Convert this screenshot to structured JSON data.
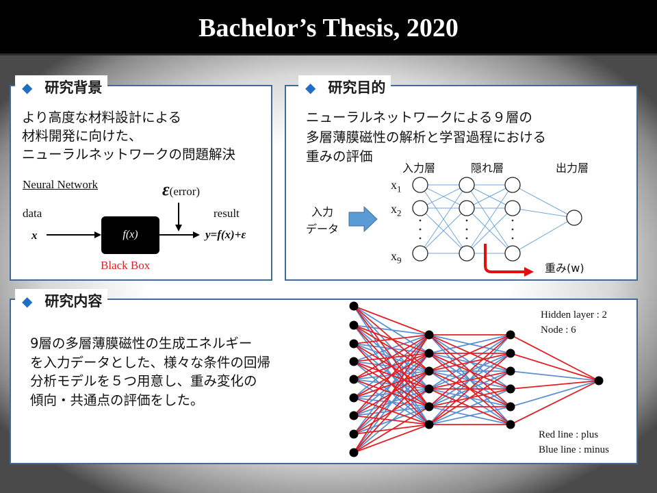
{
  "slide": {
    "title": "Bachelor’s Thesis, 2020"
  },
  "background": {
    "heading": "研究背景",
    "lines": [
      "より高度な材料設計による",
      "材料開発に向けた、",
      "ニューラルネットワークの問題解決"
    ],
    "diagram": {
      "caption": "Neural Network",
      "error_symbol": "ε",
      "error_label": "(error)",
      "input_label": "data",
      "input_var": "x",
      "function_label": "f(x)",
      "output_label": "result",
      "output_expr": "y=f(x)+ε",
      "box_label": "Black Box"
    }
  },
  "purpose": {
    "heading": "研究目的",
    "lines": [
      "ニューラルネットワークによる９層の",
      "多層薄膜磁性の解析と学習過程における",
      "重みの評価"
    ],
    "diagram": {
      "input_layer": "入力層",
      "hidden_layer": "隠れ層",
      "output_layer": "出力層",
      "input_data_line1": "入力",
      "input_data_line2": "データ",
      "x_labels": [
        {
          "base": "x",
          "sub": "1"
        },
        {
          "base": "x",
          "sub": "2"
        },
        {
          "base": "x",
          "sub": "9"
        }
      ],
      "weight_label": "重み(w)"
    }
  },
  "content": {
    "heading": "研究内容",
    "lines": [
      "9層の多層薄膜磁性の生成エネルギー",
      "を入力データとした、様々な条件の回帰",
      "分析モデルを５つ用意し、重み変化の",
      "傾向・共通点の評価をした。"
    ],
    "network": {
      "hidden_layer_text": "Hidden layer : 2",
      "node_text": "Node : 6",
      "red_legend": "Red line : plus",
      "blue_legend": "Blue line : minus",
      "layer_sizes": [
        9,
        6,
        6,
        1
      ],
      "red_color": "#e01e24",
      "blue_color": "#5b8fd0"
    }
  }
}
